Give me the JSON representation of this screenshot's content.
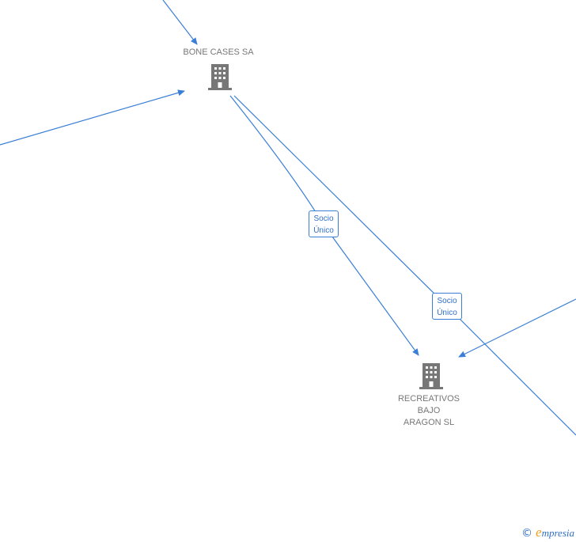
{
  "nodes": {
    "bone_cases": {
      "label": "BONE CASES SA",
      "icon": "building-icon"
    },
    "recreativos": {
      "label_lines": [
        "RECREATIVOS",
        "BAJO",
        "ARAGON SL"
      ],
      "icon": "building-icon"
    }
  },
  "edges": [
    {
      "label_line1": "Socio",
      "label_line2": "Único"
    },
    {
      "label_line1": "Socio",
      "label_line2": "Único"
    }
  ],
  "colors": {
    "edge": "#3a7fd5",
    "node_icon": "#777777",
    "label_text": "#777777"
  },
  "branding": {
    "copyright_symbol": "©",
    "initial": "e",
    "rest": "mpresia"
  }
}
